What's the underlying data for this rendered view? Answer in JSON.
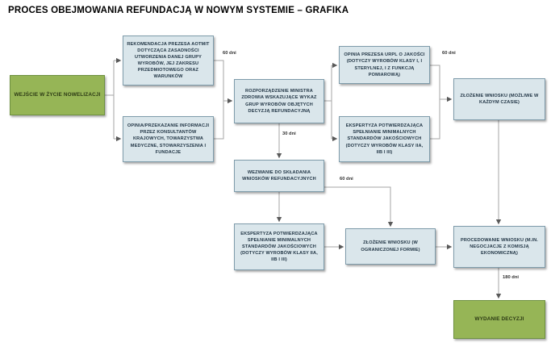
{
  "title": "PROCES OBEJMOWANIA REFUNDACJĄ W NOWYM SYSTEMIE – GRAFIKA",
  "diagram": {
    "nodes": [
      {
        "id": "entry-into-force",
        "type": "green",
        "label": "WEJŚCIE W ŻYCIE NOWELIZACJI"
      },
      {
        "id": "aotmit-recommendation",
        "type": "blue",
        "label": "REKOMENDACJA PREZESA AOTMIT DOTYCZĄCA ZASADNOŚCI UTWORZENIA DANEJ GRUPY WYROBÓW, JEJ ZAKRESU PRZEDMIOTOWEGO ORAZ WARUNKÓW"
      },
      {
        "id": "consultants-opinion",
        "type": "blue",
        "label": "OPINIA/PRZEKAZANIE INFORMACJI PRZEZ KONSULTANTÓW KRAJOWYCH, TOWARZYSTWA MEDYCZNE, STOWARZYSZENIA I FUNDACJE"
      },
      {
        "id": "minister-regulation",
        "type": "blue",
        "label": "ROZPORZĄDZENIE MINISTRA ZDROWIA WSKAZUJĄCE WYKAZ GRUP WYROBÓW OBJĘTYCH DECYZJĄ REFUNDACYJNĄ"
      },
      {
        "id": "urpl-president-opinion",
        "type": "blue",
        "label": "OPINIA PREZESA URPL O JAKOŚCI (DOTYCZY WYROBÓW KLASY I, I STERYLNEJ, I Z FUNKCJĄ POMIAROWĄ)"
      },
      {
        "id": "quality-expertise-upper",
        "type": "blue",
        "label": "EKSPERTYZA POTWIERDZAJĄCA SPEŁNIANIE MINIMALNYCH STANDARDÓW JAKOŚCIOWYCH (DOTYCZY WYROBÓW KLASY IIA, IIB I III)"
      },
      {
        "id": "application-any-time",
        "type": "blue",
        "label": "ZŁOŻENIE WNIOSKU (MOŻLIWE W KAŻDYM CZASIE)"
      },
      {
        "id": "call-for-applications",
        "type": "blue",
        "label": "WEZWANIE DO SKŁADANIA WNIOSKÓW REFUNDACYJNYCH"
      },
      {
        "id": "quality-expertise-lower",
        "type": "blue",
        "label": "EKSPERTYZA POTWIERDZAJĄCA SPEŁNIANIE MINIMALNYCH STANDARDÓW JAKOŚCIOWYCH (DOTYCZY WYROBÓW KLASY IIA, IIB I III)"
      },
      {
        "id": "application-limited-form",
        "type": "blue",
        "label": "ZŁOŻENIE WNIOSKU (W OGRANICZONEJ FORMIE)"
      },
      {
        "id": "application-processing",
        "type": "blue",
        "label": "PROCEDOWANIE WNIOSKU (M.IN. NEGOCJACJE Z KOMISJĄ EKONOMICZNĄ)"
      },
      {
        "id": "decision-issuance",
        "type": "green",
        "label": "WYDANIE DECYZJI"
      }
    ],
    "edge_labels": [
      {
        "text": "60 dni"
      },
      {
        "text": "60 dni"
      },
      {
        "text": "30 dni"
      },
      {
        "text": "60 dni"
      },
      {
        "text": "180 dni"
      }
    ]
  },
  "colors": {
    "background": "#FFFFFF",
    "green_fill": "#96B556",
    "green_border": "#6E9140",
    "blue_fill": "#DAE6EB",
    "blue_border": "#7E9BAA",
    "box_text": "#1F3343",
    "line": "#A6A6A6",
    "arrowhead": "#595959",
    "title_text": "#000000"
  }
}
